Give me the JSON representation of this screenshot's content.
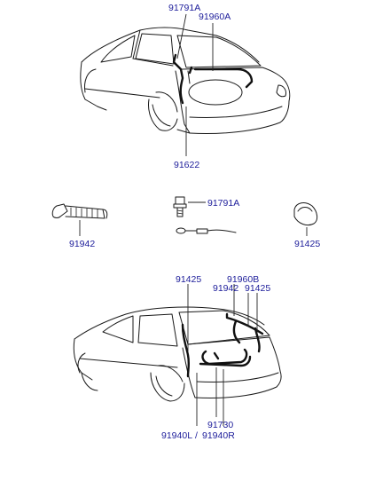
{
  "labels": {
    "top_91791A": "91791A",
    "top_91960A": "91960A",
    "top_91622": "91622",
    "mid_91791A": "91791A",
    "mid_91942": "91942",
    "mid_91425": "91425",
    "bot_91425_left": "91425",
    "bot_91960B": "91960B",
    "bot_91942": "91942",
    "bot_91425_right": "91425",
    "bot_91730": "91730",
    "bot_91940L": "91940L",
    "bot_slash": "/",
    "bot_91940R": "91940R"
  },
  "colors": {
    "label": "#1c1c9a",
    "line": "#1a1a1a"
  }
}
